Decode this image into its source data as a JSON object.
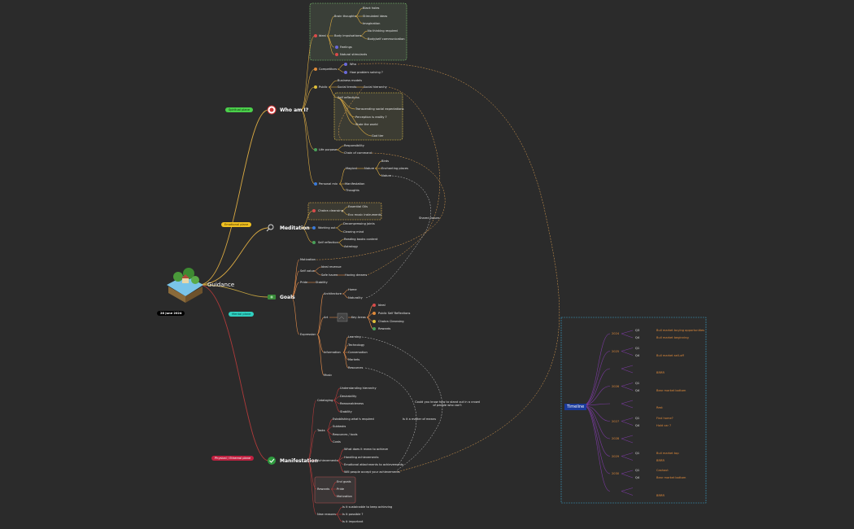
{
  "root": {
    "label": "Guidance",
    "date": "28 June 2024"
  },
  "tags": {
    "spiritual": "Spiritual plane",
    "emotional": "Emotional plane",
    "mental": "Mental plane",
    "physical": "Physical / Ethereal plane"
  },
  "branches": {
    "who": "Who am I?",
    "meditation": "Meditation",
    "goals": "Goals",
    "manifestation": "Manifestation"
  },
  "who": {
    "ideal": "Ideal",
    "brain_thoughts": "Brain thoughts",
    "black_holes": "Black holes",
    "stimulated_ideas": "Stimulated ideas",
    "imagination": "Imagination",
    "body_impulsations": "Body impulsations",
    "no_thinking": "No thinking required",
    "body_self_comm": "Body/self communication",
    "feelings": "Feelings",
    "natural_stimulants": "Natural stimulants",
    "competitors": "Competitors",
    "who": "Who",
    "how_problem": "How problem solving ?",
    "public": "Public",
    "business_models": "Business models",
    "social_trends": "Social trends",
    "social_hierarchy": "Social hierarchy",
    "self_reflections": "Self reflections",
    "transcending": "Transcending social expectations",
    "perception": "Perception is reality ?",
    "state_world": "State the world",
    "god_tier": "God tier",
    "life_purpose": "Life purpose",
    "responsibility": "Responsibility",
    "chain_command": "Chain of command",
    "personal_mix": "Personal mix",
    "magical": "Magical",
    "nature": "Nature",
    "birds": "Birds",
    "enchanting": "Enchanting places",
    "nature_node": "Nature",
    "manifestation": "Manifestation",
    "thoughts": "Thoughts"
  },
  "meditation": {
    "chakra": "Chakra cleansing",
    "essential_oils": "Essential Oils",
    "eco_music": "Eco music instruments",
    "working_out": "Working out",
    "decompressing": "Decompressing joints",
    "clearing_mind": "Clearing mind",
    "self_reflection": "Self reflection",
    "reading": "Reading books content",
    "astrology": "Astrology",
    "shared_values": "Shared values"
  },
  "goals": {
    "motivation": "Motivation",
    "self_value": "Self value",
    "ideal_revenue": "Ideal revenue",
    "safe_haven": "Safe haven",
    "having_dreams": "Having dreams",
    "pride": "Pride",
    "stability": "Stability",
    "expression": "Expression",
    "architecture": "Architecture",
    "home": "Home",
    "naturality": "Naturality",
    "art": "Art",
    "key_areas": "Key Areas",
    "ideal": "Ideal",
    "public_self": "Public Self Reflections",
    "chakra": "Chakra Cleansing",
    "rewards": "Rewards",
    "information": "Information",
    "learning": "Learning",
    "technology": "Technology",
    "conversation": "Conversation",
    "markets": "Markets",
    "resources": "Resources",
    "music": "Music"
  },
  "manifestation": {
    "cataloging": "Cataloging",
    "understanding": "Understanding hierarchy",
    "desirability": "Desirability",
    "reasonableness": "Reasonableness",
    "stability": "Stability",
    "tasks": "Tasks",
    "establishing": "Establishing what's required",
    "subtasks": "Subtasks",
    "resources": "Resources / tools",
    "costs": "Costs",
    "achievements": "Achievements",
    "what_mean": "What does it mean to achieve",
    "handling": "Handling achievements",
    "emotional": "Emotional attachments to achievements",
    "will_people": "Will people accept your achievements",
    "rewards": "Rewards",
    "end_goals": "End goals",
    "pride": "Pride",
    "motivation": "Motivation",
    "new_reasons": "New reasons",
    "sustainable": "Is it sustainable to keep achieving",
    "possible": "Is it possible ?",
    "important": "Is it important",
    "matter_means": "Is it a matter of means",
    "could_you": "Could you know how to stand out in a crowd of people who can't"
  },
  "timeline": {
    "title": "Timeline",
    "rows": [
      {
        "year": "2024",
        "q1": "Q3",
        "q1_text": "Bull market buying opportunities",
        "q2": "Q4",
        "q2_text": "Bull market beginning"
      },
      {
        "year": "2025",
        "q1": "Q1",
        "q1_text": "",
        "q2": "Q4",
        "q2_text": "Bull market sell-off"
      },
      {
        "year": "",
        "q1": "",
        "q1_text": "",
        "q2": "",
        "q2_text": "BRRR"
      },
      {
        "year": "2026",
        "q1": "Q1",
        "q1_text": "",
        "q2": "Q4",
        "q2_text": "Bear market bottom"
      },
      {
        "year": "",
        "q1": "",
        "q1_text": "",
        "q2": "",
        "q2_text": "Rest"
      },
      {
        "year": "2027",
        "q1": "Q1",
        "q1_text": "Find home?",
        "q2": "Q4",
        "q2_text": "Hold car ?"
      },
      {
        "year": "2028",
        "q1": "",
        "q1_text": "",
        "q2": "",
        "q2_text": ""
      },
      {
        "year": "2029",
        "q1": "Q1",
        "q1_text": "Bull market top",
        "q2": "",
        "q2_text": "BRRR"
      },
      {
        "year": "2030",
        "q1": "Q1",
        "q1_text": "Cashout",
        "q2": "Q4",
        "q2_text": "Bear market bottom"
      },
      {
        "year": "",
        "q1": "",
        "q1_text": "",
        "q2": "",
        "q2_text": "BRRR"
      }
    ]
  }
}
